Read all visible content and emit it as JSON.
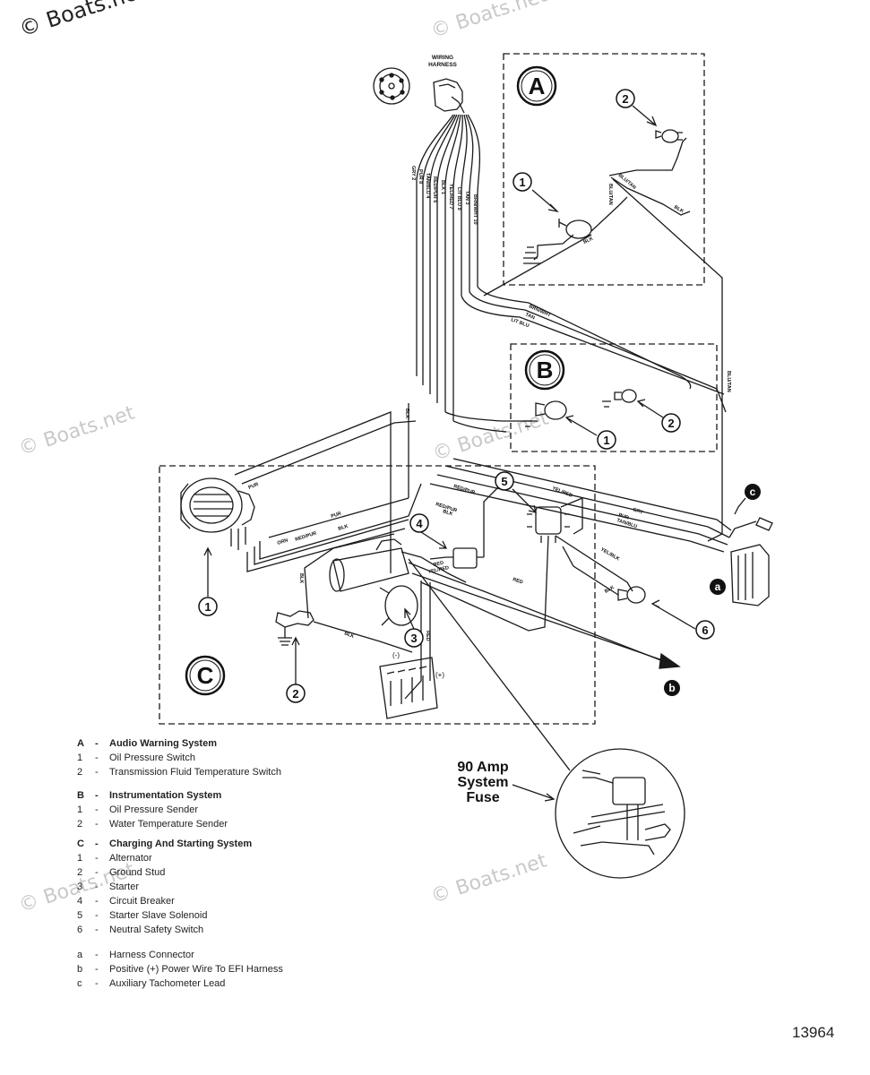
{
  "watermark": {
    "text": "© Boats.net"
  },
  "harness_label": [
    "WIRING",
    "HARNESS"
  ],
  "section_letters": {
    "A": "A",
    "B": "B",
    "C": "C"
  },
  "callouts": {
    "a1": "1",
    "a2": "2",
    "b1": "1",
    "b2": "2",
    "c1": "1",
    "c2": "2",
    "c3": "3",
    "c4": "4",
    "c5": "5",
    "c6": "6",
    "lower_a": "a",
    "lower_b": "b",
    "lower_c": "c"
  },
  "wire_labels": {
    "harness_bundle": [
      "GRY 2",
      "PUR 8",
      "TAN/BLU 4",
      "RED/PUR 6",
      "BLK 1",
      "YEL/RED 7",
      "LIT BLU 9",
      "TAN 3",
      "BRN/WHT 10"
    ],
    "sec_a_blu_tan_1": "BLU/TAN",
    "sec_a_blu_tan_2": "BLU/TAN",
    "sec_a_blk_1": "BLK",
    "sec_a_blk_2": "BLK",
    "run_brn_wht": "BRN/WHT",
    "run_tan": "TAN",
    "run_lit_blu": "LIT BLU",
    "right_blu_tan": "BLU/TAN",
    "blk_vertical": "BLK",
    "alt_pur": "PUR",
    "alt_pur_2": "PUR",
    "alt_red_pur": "RED/PUR",
    "alt_blk": "BLK",
    "alt_orn": "ORN",
    "red_pur_center": "RED/PUR",
    "red_pur_center_2": "RED/PUR",
    "blk_center": "BLK",
    "yel_red_sol": "YEL/RED",
    "gry_right": "GRY",
    "pur_right": "PUR",
    "tan_blu_right": "TAN/BLU",
    "yel_blk": "YEL/BLK",
    "blk_nss": "BLK",
    "red": "RED",
    "yel_red_starter": "YEL/RED",
    "red_long": "RED",
    "blk_ground": "BLK",
    "blk_battery": "BLK",
    "red_battery": "RED"
  },
  "battery_terms": {
    "neg": "(-)",
    "pos": "(+)"
  },
  "fuse_label": [
    "90 Amp",
    "System",
    "Fuse"
  ],
  "legend": [
    {
      "key": "A",
      "sep": "-",
      "text": "Audio Warning System",
      "heading": true
    },
    {
      "key": "1",
      "sep": "-",
      "text": "Oil Pressure Switch",
      "heading": false
    },
    {
      "key": "2",
      "sep": "-",
      "text": "Transmission Fluid Temperature Switch",
      "heading": false
    },
    {
      "key": "B",
      "sep": "-",
      "text": "Instrumentation System",
      "heading": true
    },
    {
      "key": "1",
      "sep": "-",
      "text": "Oil Pressure Sender",
      "heading": false
    },
    {
      "key": "2",
      "sep": "-",
      "text": "Water Temperature Sender",
      "heading": false
    },
    {
      "key": "C",
      "sep": "-",
      "text": "Charging And Starting System",
      "heading": true
    },
    {
      "key": "1",
      "sep": "-",
      "text": "Alternator",
      "heading": false
    },
    {
      "key": "2",
      "sep": "-",
      "text": "Ground Stud",
      "heading": false
    },
    {
      "key": "3",
      "sep": "-",
      "text": "Starter",
      "heading": false
    },
    {
      "key": "4",
      "sep": "-",
      "text": "Circuit Breaker",
      "heading": false
    },
    {
      "key": "5",
      "sep": "-",
      "text": "Starter Slave Solenoid",
      "heading": false
    },
    {
      "key": "6",
      "sep": "-",
      "text": "Neutral Safety Switch",
      "heading": false
    },
    {
      "key": "a",
      "sep": "-",
      "text": "Harness Connector",
      "heading": false
    },
    {
      "key": "b",
      "sep": "-",
      "text": "Positive (+) Power Wire To EFI Harness",
      "heading": false
    },
    {
      "key": "c",
      "sep": "-",
      "text": "Auxiliary Tachometer Lead",
      "heading": false
    }
  ],
  "figure_number": "13964"
}
